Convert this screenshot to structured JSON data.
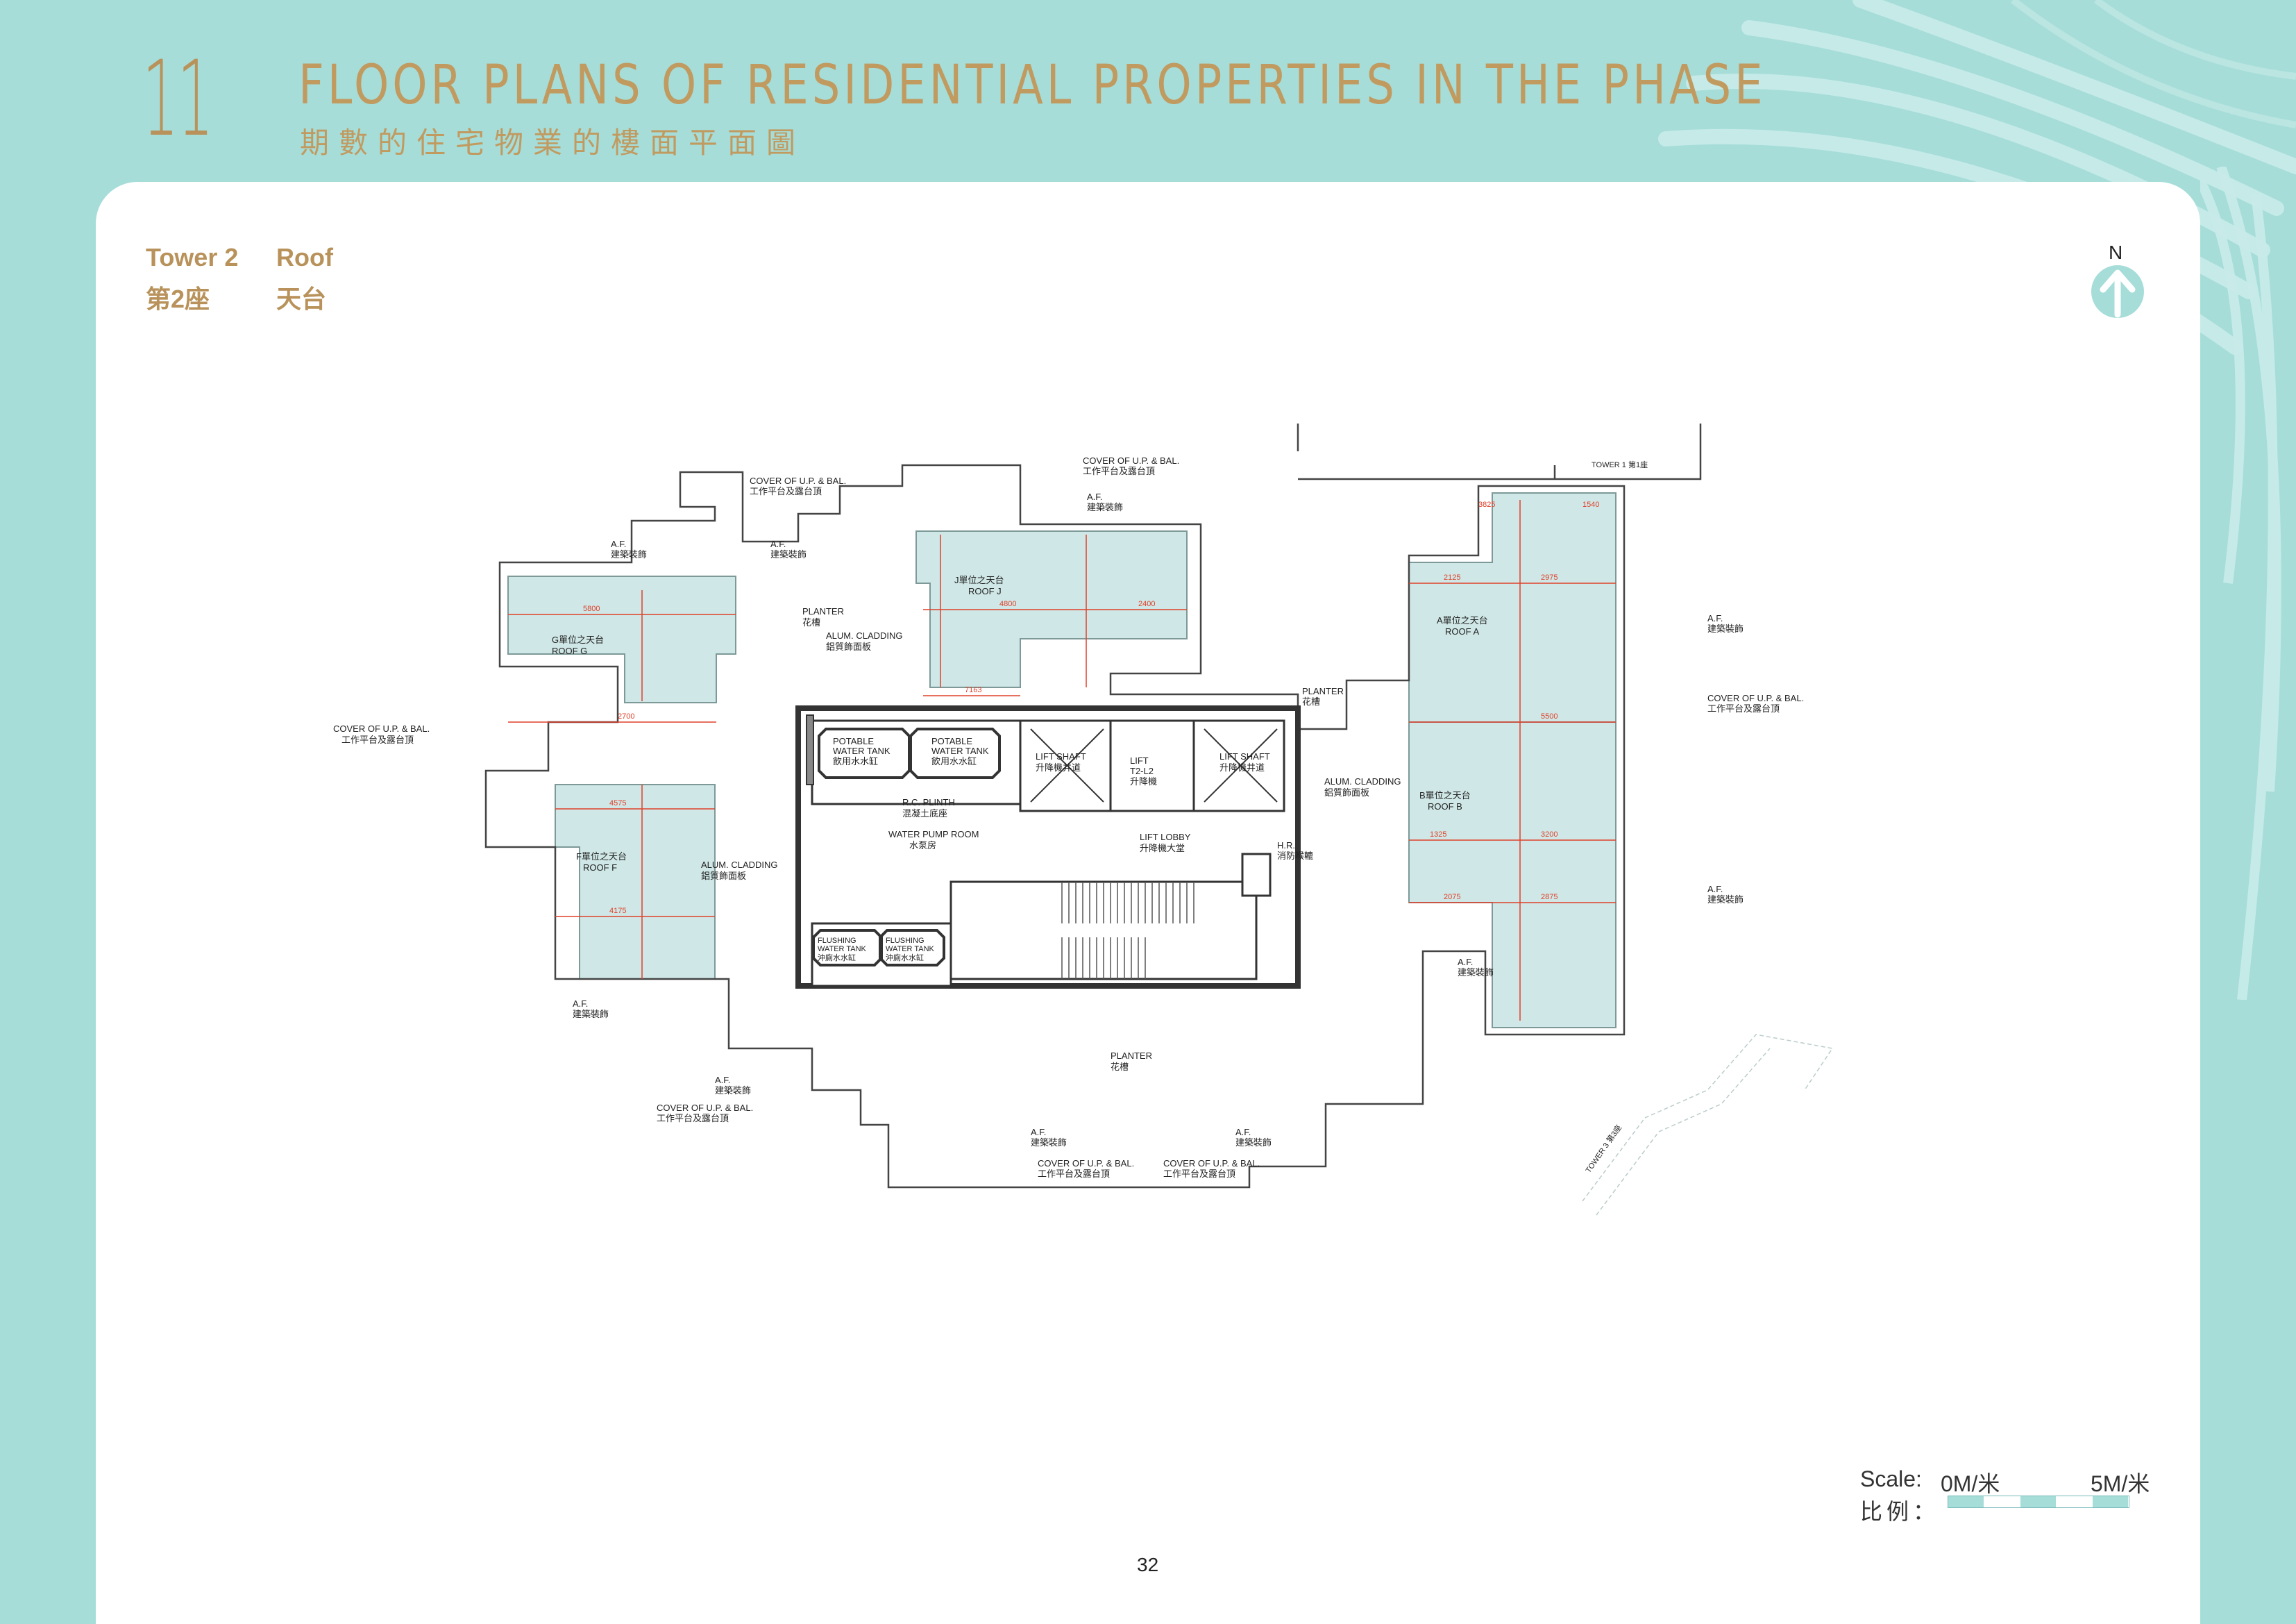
{
  "header": {
    "section_number": "11",
    "title_en": "FLOOR PLANS OF RESIDENTIAL PROPERTIES IN THE PHASE",
    "title_zh": "期數的住宅物業的樓面平面圖"
  },
  "subtitle": {
    "tower_en": "Tower 2",
    "floor_en": "Roof",
    "tower_zh": "第2座",
    "floor_zh": "天台"
  },
  "north_label": "N",
  "plan": {
    "roof_g": [
      "G單位之天台",
      "ROOF G"
    ],
    "roof_j": [
      "J單位之天台",
      "ROOF J"
    ],
    "roof_a": [
      "A單位之天台",
      "ROOF A"
    ],
    "roof_b": [
      "B單位之天台",
      "ROOF B"
    ],
    "roof_f": [
      "F單位之天台",
      "ROOF F"
    ],
    "planter_top": [
      "PLANTER",
      "花槽"
    ],
    "planter_right": [
      "PLANTER",
      "花槽"
    ],
    "planter_bottom": [
      "PLANTER",
      "花槽"
    ],
    "cladding": [
      "ALUM. CLADDING",
      "鋁質飾面板"
    ],
    "potable_1": [
      "POTABLE",
      "WATER TANK",
      "飲用水水缸"
    ],
    "potable_2": [
      "POTABLE",
      "WATER TANK",
      "飲用水水缸"
    ],
    "lift_shaft_1": [
      "LIFT SHAFT",
      "升降機井道"
    ],
    "lift_shaft_2": [
      "LIFT SHAFT",
      "升降機井道"
    ],
    "lift": [
      "LIFT",
      "T2-L2",
      "升降機"
    ],
    "rc_plinth": [
      "R.C. PLINTH",
      "混凝土底座"
    ],
    "pump_room": [
      "WATER PUMP ROOM",
      "水泵房"
    ],
    "lift_lobby": [
      "LIFT LOBBY",
      "升降機大堂"
    ],
    "hr": [
      "H.R.",
      "消防喉轆"
    ],
    "flushing_1": [
      "FLUSHING",
      "WATER TANK",
      "沖廁水水缸"
    ],
    "flushing_2": [
      "FLUSHING",
      "WATER TANK",
      "沖廁水水缸"
    ],
    "cover": [
      "COVER OF U.P. & BAL.",
      "工作平台及露台頂"
    ],
    "af": [
      "A.F.",
      "建築裝飾"
    ],
    "tower1": "TOWER 1 第1座",
    "tower3": "TOWER 3 第3座",
    "dims": [
      "5800",
      "2700",
      "4575",
      "4175",
      "4800",
      "2400",
      "7163",
      "2125",
      "2975",
      "5500",
      "3200",
      "1325",
      "2075",
      "2875",
      "3825",
      "1540"
    ]
  },
  "scale": {
    "label_en": "Scale:",
    "label_zh": "比例：",
    "start": "0M/米",
    "end": "5M/米"
  },
  "page_number": "32",
  "colors": {
    "background": "#a6ddd8",
    "accent_gold": "#b8925a",
    "roof_fill": "#cfe7e6",
    "dimension_red": "#e0402a"
  }
}
